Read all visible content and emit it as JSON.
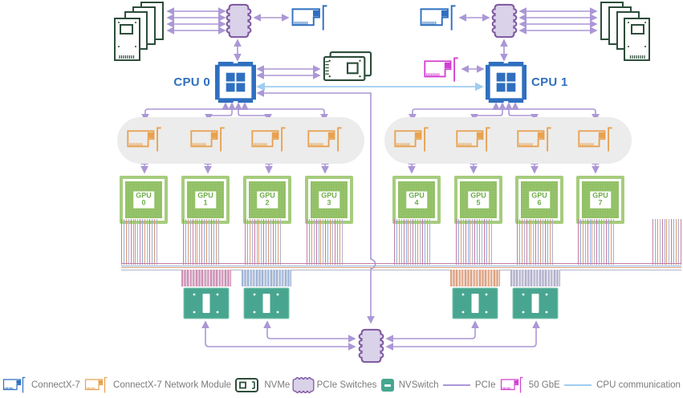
{
  "labels": {
    "cpu0": "CPU 0",
    "cpu1": "CPU 1"
  },
  "gpus": [
    {
      "line1": "GPU",
      "line2": "0"
    },
    {
      "line1": "GPU",
      "line2": "1"
    },
    {
      "line1": "GPU",
      "line2": "2"
    },
    {
      "line1": "GPU",
      "line2": "3"
    },
    {
      "line1": "GPU",
      "line2": "4"
    },
    {
      "line1": "GPU",
      "line2": "5"
    },
    {
      "line1": "GPU",
      "line2": "6"
    },
    {
      "line1": "GPU",
      "line2": "7"
    }
  ],
  "legend": {
    "items": [
      {
        "label": "ConnectX-7",
        "icon": "connectx7-card-icon"
      },
      {
        "label": "ConnectX-7 Network Module",
        "icon": "network-module-card-icon"
      },
      {
        "label": "NVMe",
        "icon": "nvme-icon"
      },
      {
        "label": "PCIe Switches",
        "icon": "pcie-switch-icon"
      },
      {
        "label": "NVSwitch",
        "icon": "nvswitch-icon"
      },
      {
        "label": "PCIe",
        "icon": "pcie-line-icon"
      },
      {
        "label": "50 GbE",
        "icon": "50gbe-card-icon"
      },
      {
        "label": "CPU communication",
        "icon": "cpu-communication-line-icon"
      }
    ]
  },
  "colors": {
    "connectx7_blue": "#2f6fc0",
    "network_module_orange": "#e8a14e",
    "nvme_dark_green": "#2d4d3a",
    "pcie_switch_border": "#7e57a0",
    "pcie_switch_fill": "#d9d2e9",
    "pcie_line_lavender": "#ab97d6",
    "nvswitch_teal": "#48a690",
    "gbe_pink": "#d33fd3",
    "cpu_communication_blue": "#9fcdf0",
    "gpu_green": "#a6cc7e"
  }
}
